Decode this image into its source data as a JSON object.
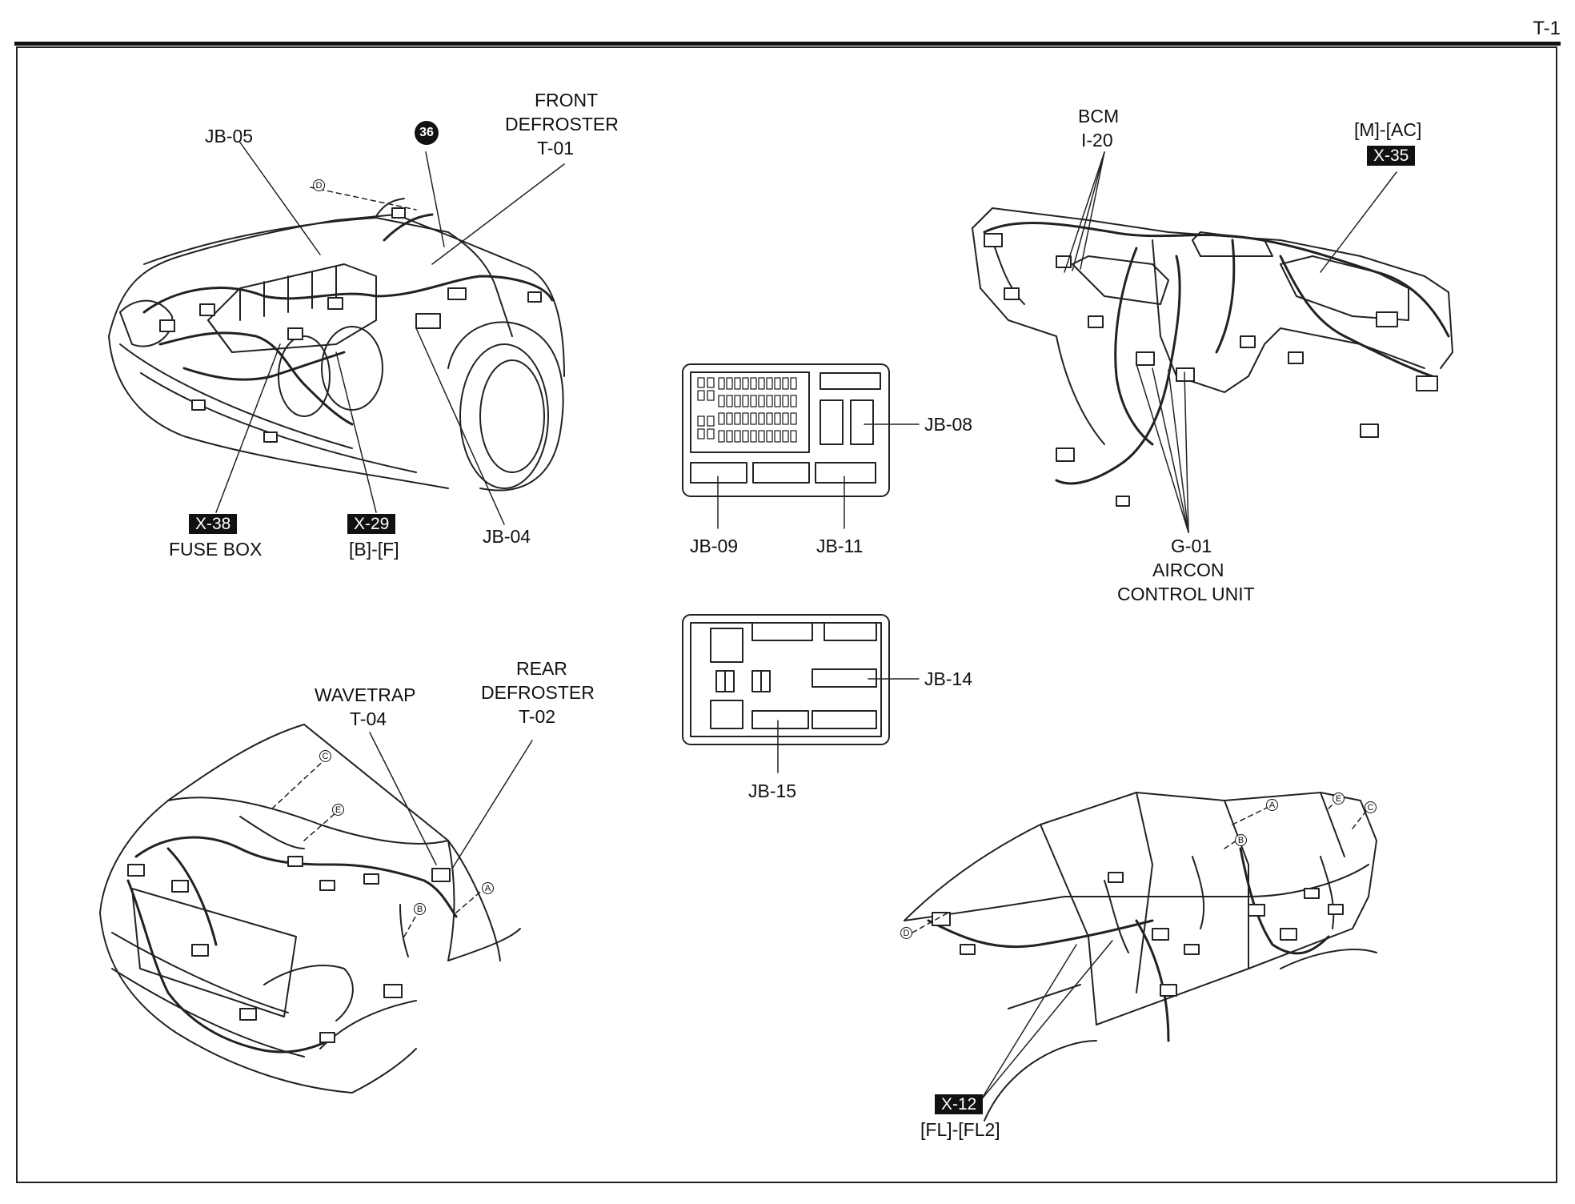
{
  "page": {
    "number": "T-1"
  },
  "engine_bay": {
    "front_defroster": {
      "line1": "FRONT",
      "line2": "DEFROSTER",
      "code": "T-01"
    },
    "jb05": "JB-05",
    "ref_badge": "36",
    "fuse_box": {
      "tag": "X-38",
      "name": "FUSE BOX"
    },
    "x29": {
      "tag": "X-29",
      "range": "[B]-[F]"
    },
    "jb04": "JB-04",
    "hub_d": "D"
  },
  "instrument_panel": {
    "bcm": {
      "name": "BCM",
      "code": "I-20"
    },
    "m_ac": {
      "range": "[M]-[AC]",
      "tag": "X-35"
    },
    "aircon": {
      "code": "G-01",
      "line1": "AIRCON",
      "line2": "CONTROL UNIT"
    }
  },
  "junction_block_1": {
    "jb08": "JB-08",
    "jb09": "JB-09",
    "jb11": "JB-11"
  },
  "junction_block_2": {
    "jb14": "JB-14",
    "jb15": "JB-15"
  },
  "rear": {
    "wavetrap": {
      "name": "WAVETRAP",
      "code": "T-04"
    },
    "rear_defroster": {
      "line1": "REAR",
      "line2": "DEFROSTER",
      "code": "T-02"
    },
    "hub_c": "C",
    "hub_e": "E",
    "hub_a": "A",
    "hub_b": "B"
  },
  "side_view": {
    "x12": {
      "tag": "X-12",
      "range": "[FL]-[FL2]"
    },
    "hub_a": "A",
    "hub_b": "B",
    "hub_e": "E",
    "hub_c": "C",
    "hub_d": "D"
  }
}
